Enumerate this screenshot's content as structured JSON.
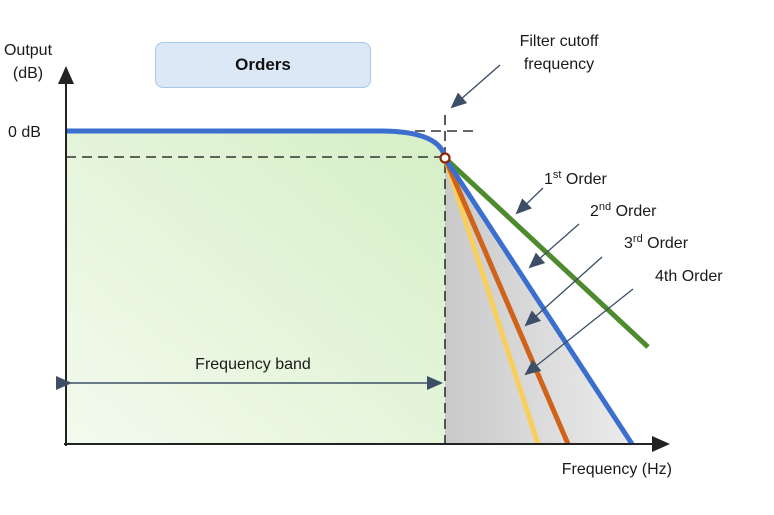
{
  "title": "Orders",
  "axes": {
    "y_label_line1": "Output",
    "y_label_line2": "(dB)",
    "y_tick": "0 dB",
    "x_label": "Frequency (Hz)"
  },
  "annotations": {
    "cutoff_line1": "Filter cutoff",
    "cutoff_line2": "frequency",
    "band": "Frequency band"
  },
  "orders": [
    {
      "base": "1",
      "sup": "st",
      "rest": " Order",
      "color": "#4e8a2e"
    },
    {
      "base": "2",
      "sup": "nd",
      "rest": " Order",
      "color": "#3a6fcf"
    },
    {
      "base": "3",
      "sup": "rd",
      "rest": " Order",
      "color": "#d0621a"
    },
    {
      "base": "4th",
      "sup": "",
      "rest": " Order",
      "color": "#f7cf5a"
    }
  ],
  "colors": {
    "passband_fill": "#e3f3da",
    "stopband_fill": "#d8d8d8",
    "arrow": "#3d4f66",
    "axis": "#222222"
  }
}
